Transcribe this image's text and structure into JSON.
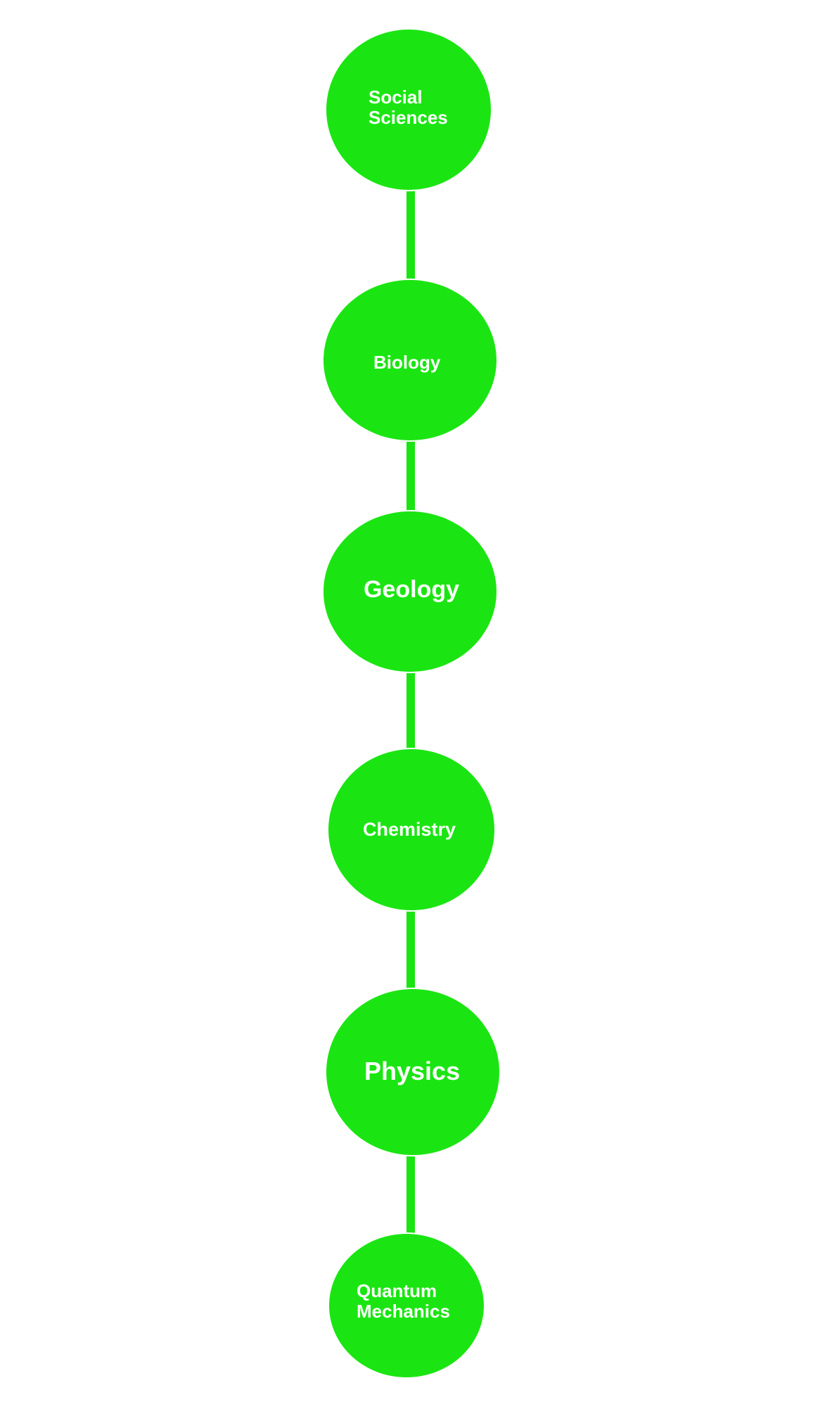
{
  "diagram": {
    "type": "vertical-flow",
    "node_color": "#1ae512",
    "text_color": "#ffffff",
    "connector_color": "#1ae512",
    "nodes": [
      {
        "label": "Social\nSciences"
      },
      {
        "label": "Biology"
      },
      {
        "label": "Geology"
      },
      {
        "label": "Chemistry"
      },
      {
        "label": "Physics"
      },
      {
        "label": "Quantum\nMechanics"
      }
    ]
  }
}
